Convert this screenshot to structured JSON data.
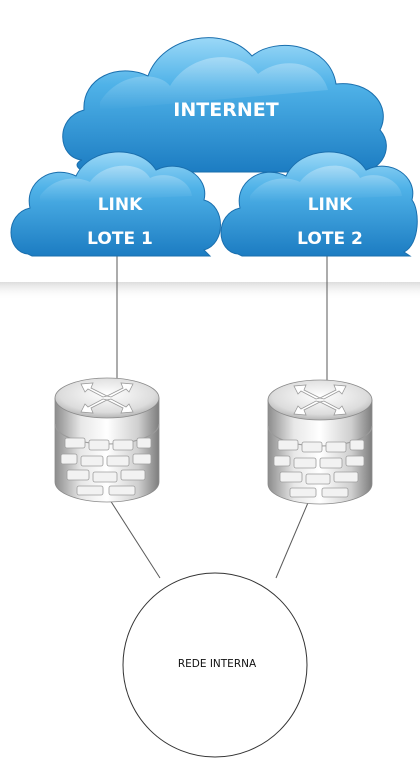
{
  "clouds": {
    "internet": {
      "label": "INTERNET"
    },
    "link1": {
      "line1": "LINK",
      "line2": "LOTE 1"
    },
    "link2": {
      "line1": "LINK",
      "line2": "LOTE 2"
    }
  },
  "lan": {
    "label": "REDE INTERNA"
  },
  "icons": {
    "router": "router-icon",
    "cloud": "cloud-icon"
  },
  "colors": {
    "cloud_light": "#8fd3f5",
    "cloud_mid": "#3aa6e2",
    "cloud_dark": "#1f7fc4",
    "device_light": "#f4f4f4",
    "device_dark": "#9a9a9a",
    "line": "#555555"
  }
}
